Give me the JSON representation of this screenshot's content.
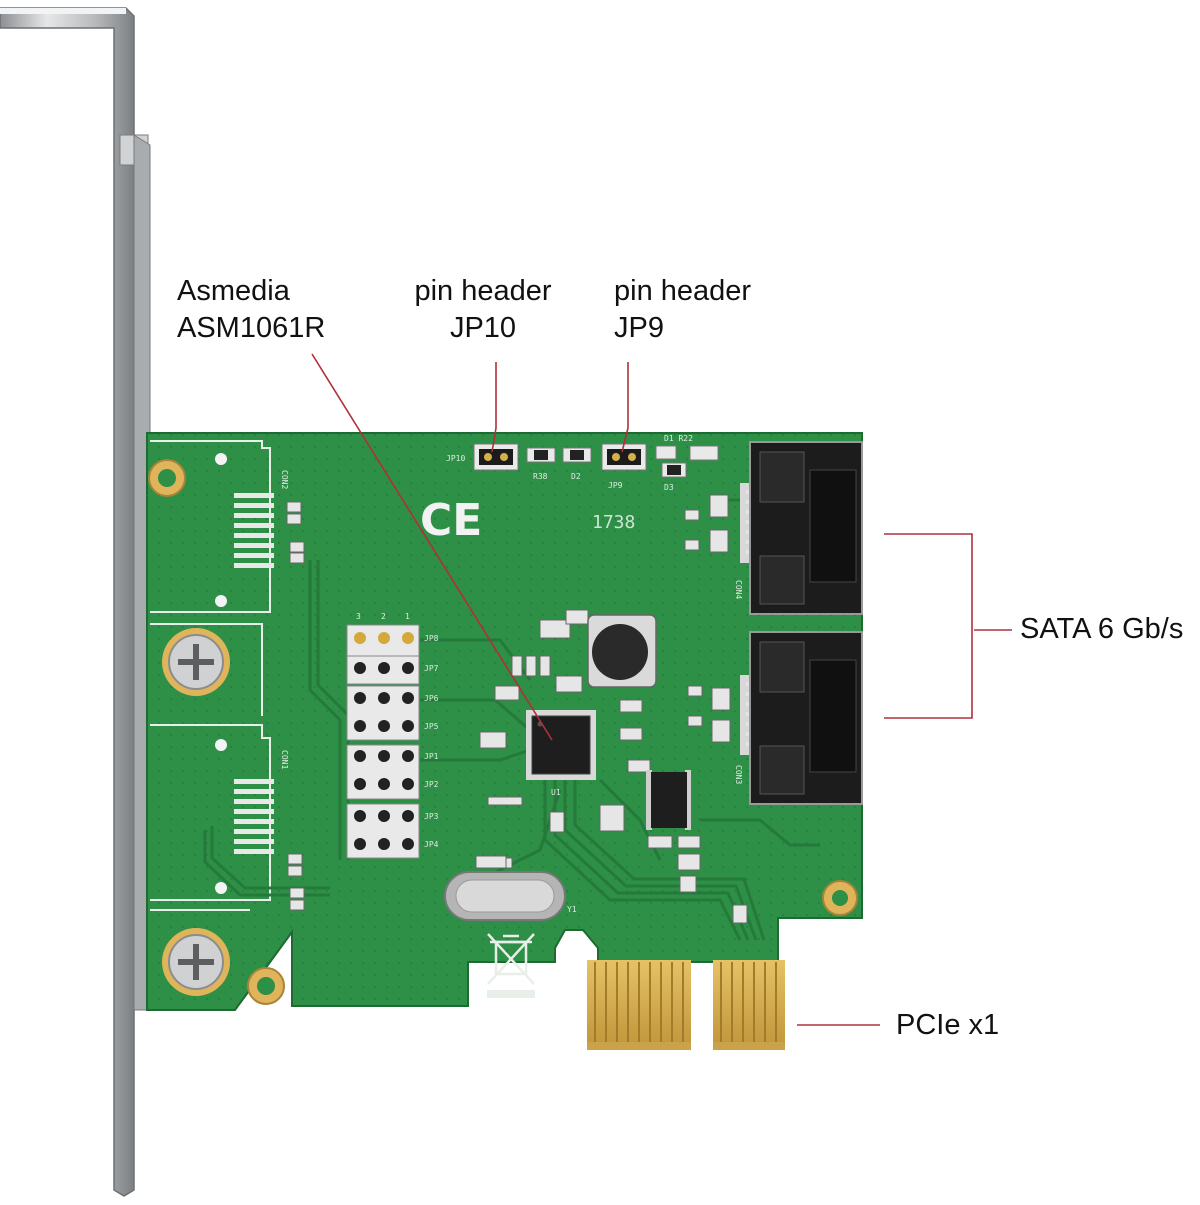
{
  "labels": {
    "controller": {
      "line1": "Asmedia",
      "line2": "ASM1061R"
    },
    "jp10": {
      "line1": "pin header",
      "line2": "JP10"
    },
    "jp9": {
      "line1": "pin header",
      "line2": "JP9"
    },
    "sata": "SATA 6 Gb/s",
    "pcie": "PCIe x1"
  },
  "silkscreen": {
    "ce_mark": "CE",
    "date_code": "1738",
    "jp10": "JP10",
    "jp9": "JP9",
    "r38": "R38",
    "d2": "D2",
    "d1_r22": "D1 R22",
    "d3": "D3",
    "con4": "CON4",
    "con3": "CON3",
    "con2": "CON2",
    "con1": "CON1",
    "u1": "U1",
    "y1": "Y1",
    "col_3": "3",
    "col_2": "2",
    "col_1": "1",
    "jumpers": [
      "JP8",
      "JP7",
      "JP6",
      "JP5",
      "JP1",
      "JP2",
      "JP3",
      "JP4"
    ]
  },
  "colors": {
    "pcb": "#2e8f46",
    "pcb_dark": "#1f6b33",
    "annotation_line": "#b0303a",
    "bracket": "#b7b9bb",
    "gold": "#d8b04a",
    "connector": "#1c1c1c"
  }
}
